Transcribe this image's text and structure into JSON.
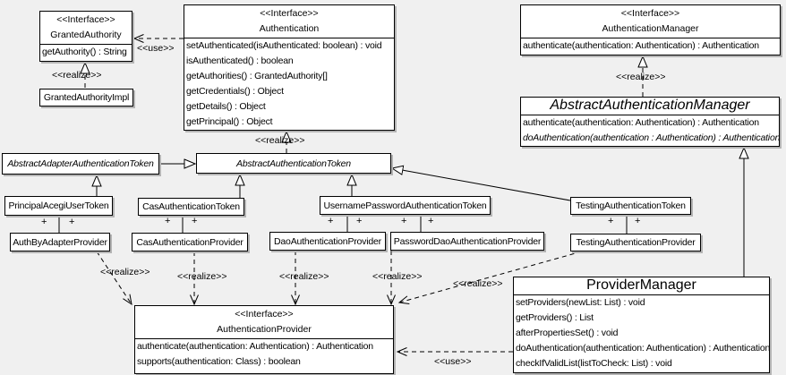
{
  "labels": {
    "realize": "<<realize>>",
    "use": "<<use>>",
    "plus": "+",
    "interface_stereotype": "<<Interface>>"
  },
  "colors": {
    "background": "#f0f0f0",
    "box_fill": "#ffffff",
    "line": "#000000",
    "shadow": "#b4b4b4"
  },
  "classes": {
    "granted_authority": {
      "stereotype": "<<Interface>>",
      "name": "GrantedAuthority",
      "methods": [
        "getAuthority() : String"
      ]
    },
    "granted_authority_impl": {
      "name": "GrantedAuthorityImpl"
    },
    "authentication": {
      "stereotype": "<<Interface>>",
      "name": "Authentication",
      "methods": [
        "setAuthenticated(isAuthenticated: boolean) : void",
        "isAuthenticated() : boolean",
        "getAuthorities() : GrantedAuthority[]",
        "getCredentials() : Object",
        "getDetails() : Object",
        "getPrincipal() : Object"
      ]
    },
    "authentication_manager": {
      "stereotype": "<<Interface>>",
      "name": "AuthenticationManager",
      "methods": [
        "authenticate(authentication: Authentication) : Authentication"
      ]
    },
    "abstract_authentication_manager": {
      "name": "AbstractAuthenticationManager",
      "methods": [
        "authenticate(authentication: Authentication) : Authentication",
        "doAuthentication(authentication : Authentication) : Authentication"
      ]
    },
    "abstract_adapter_authentication_token": {
      "name": "AbstractAdapterAuthenticationToken"
    },
    "abstract_authentication_token": {
      "name": "AbstractAuthenticationToken"
    },
    "principal_acegi_user_token": {
      "name": "PrincipalAcegiUserToken"
    },
    "cas_authentication_token": {
      "name": "CasAuthenticationToken"
    },
    "username_password_authentication_token": {
      "name": "UsernamePasswordAuthenticationToken"
    },
    "testing_authentication_token": {
      "name": "TestingAuthenticationToken"
    },
    "auth_by_adapter_provider": {
      "name": "AuthByAdapterProvider"
    },
    "cas_authentication_provider": {
      "name": "CasAuthenticationProvider"
    },
    "dao_authentication_provider": {
      "name": "DaoAuthenticationProvider"
    },
    "password_dao_authentication_provider": {
      "name": "PasswordDaoAuthenticationProvider"
    },
    "testing_authentication_provider": {
      "name": "TestingAuthenticationProvider"
    },
    "authentication_provider": {
      "stereotype": "<<Interface>>",
      "name": "AuthenticationProvider",
      "methods": [
        "authenticate(authentication: Authentication) : Authentication",
        "supports(authentication: Class) : boolean"
      ]
    },
    "provider_manager": {
      "name": "ProviderManager",
      "methods": [
        "setProviders(newList: List) : void",
        "getProviders() : List",
        "afterPropertiesSet() : void",
        "doAuthentication(authentication: Authentication) : Authentication",
        "checkIfValidList(listToCheck: List) : void"
      ]
    }
  },
  "relationships": [
    {
      "type": "realization",
      "from": "GrantedAuthorityImpl",
      "to": "GrantedAuthority",
      "label": "<<realize>>"
    },
    {
      "type": "usage",
      "from": "Authentication",
      "to": "GrantedAuthority",
      "label": "<<use>>"
    },
    {
      "type": "realization",
      "from": "AbstractAuthenticationToken",
      "to": "Authentication",
      "label": "<<realize>>"
    },
    {
      "type": "realization",
      "from": "AbstractAuthenticationManager",
      "to": "AuthenticationManager",
      "label": "<<realize>>"
    },
    {
      "type": "generalization",
      "from": "AbstractAdapterAuthenticationToken",
      "to": "AbstractAuthenticationToken"
    },
    {
      "type": "generalization",
      "from": "PrincipalAcegiUserToken",
      "to": "AbstractAdapterAuthenticationToken"
    },
    {
      "type": "generalization",
      "from": "CasAuthenticationToken",
      "to": "AbstractAuthenticationToken"
    },
    {
      "type": "generalization",
      "from": "UsernamePasswordAuthenticationToken",
      "to": "AbstractAuthenticationToken"
    },
    {
      "type": "generalization",
      "from": "TestingAuthenticationToken",
      "to": "AbstractAuthenticationToken"
    },
    {
      "type": "generalization",
      "from": "ProviderManager",
      "to": "AbstractAuthenticationManager"
    },
    {
      "type": "association",
      "from": "PrincipalAcegiUserToken",
      "to": "AuthByAdapterProvider",
      "multiplicity": "+ +"
    },
    {
      "type": "association",
      "from": "CasAuthenticationToken",
      "to": "CasAuthenticationProvider",
      "multiplicity": "+ +"
    },
    {
      "type": "association",
      "from": "UsernamePasswordAuthenticationToken",
      "to": "DaoAuthenticationProvider",
      "multiplicity": "+ +"
    },
    {
      "type": "association",
      "from": "UsernamePasswordAuthenticationToken",
      "to": "PasswordDaoAuthenticationProvider",
      "multiplicity": "+ +"
    },
    {
      "type": "association",
      "from": "TestingAuthenticationToken",
      "to": "TestingAuthenticationProvider",
      "multiplicity": "+ +"
    },
    {
      "type": "realization",
      "from": "AuthByAdapterProvider",
      "to": "AuthenticationProvider",
      "label": "<<realize>>"
    },
    {
      "type": "realization",
      "from": "CasAuthenticationProvider",
      "to": "AuthenticationProvider",
      "label": "<<realize>>"
    },
    {
      "type": "realization",
      "from": "DaoAuthenticationProvider",
      "to": "AuthenticationProvider",
      "label": "<<realize>>"
    },
    {
      "type": "realization",
      "from": "PasswordDaoAuthenticationProvider",
      "to": "AuthenticationProvider",
      "label": "<<realize>>"
    },
    {
      "type": "realization",
      "from": "TestingAuthenticationProvider",
      "to": "AuthenticationProvider",
      "label": "<<realize>>"
    },
    {
      "type": "usage",
      "from": "ProviderManager",
      "to": "AuthenticationProvider",
      "label": "<<use>>"
    }
  ]
}
